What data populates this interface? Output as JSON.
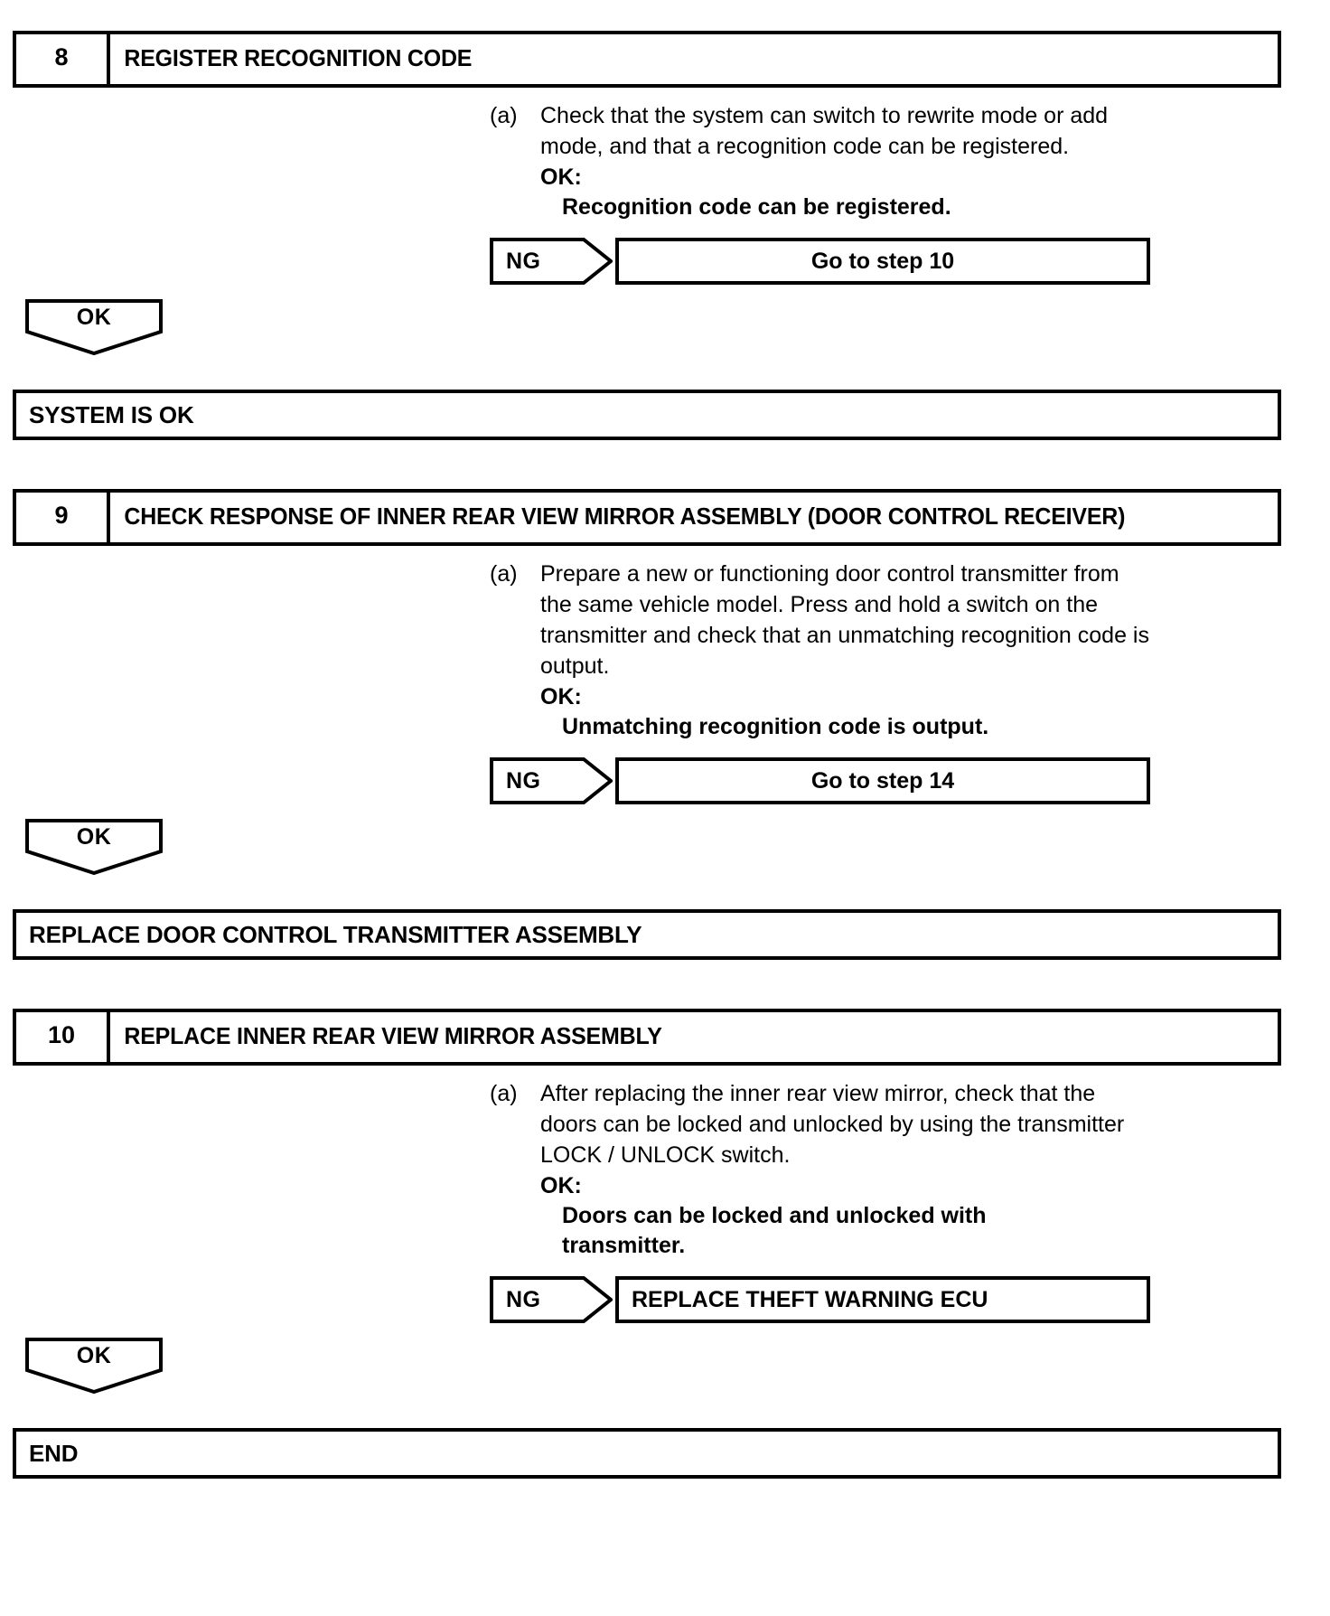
{
  "document": {
    "type": "troubleshooting-flowchart",
    "ink_color": "#000000",
    "page_background": "#ffffff"
  },
  "steps": [
    {
      "number": "8",
      "title": "REGISTER RECOGNITION CODE",
      "instruction_marker": "(a)",
      "instruction_text": "Check that the system can switch to rewrite mode or add mode, and that a recognition code can be registered.",
      "ok_label": "OK:",
      "ok_value": "Recognition code can be registered.",
      "ng_label": "NG",
      "ng_result": "Go to step 10",
      "ok_connector": "OK"
    },
    {
      "number": "9",
      "title": "CHECK RESPONSE OF INNER REAR VIEW MIRROR ASSEMBLY (DOOR CONTROL RECEIVER)",
      "instruction_marker": "(a)",
      "instruction_text": "Prepare a new or functioning door control transmitter from the same vehicle model. Press and hold a switch on the transmitter and check that an unmatching recognition code is output.",
      "ok_label": "OK:",
      "ok_value": "Unmatching recognition code is output.",
      "ng_label": "NG",
      "ng_result": "Go to step 14",
      "ok_connector": "OK"
    },
    {
      "number": "10",
      "title": "REPLACE INNER REAR VIEW MIRROR ASSEMBLY",
      "instruction_marker": "(a)",
      "instruction_text": "After replacing the inner rear view mirror, check that the doors can be locked and unlocked by using the transmitter LOCK / UNLOCK switch.",
      "ok_label": "OK:",
      "ok_value": "Doors can be locked and unlocked with transmitter.",
      "ng_label": "NG",
      "ng_result": "REPLACE THEFT WARNING ECU",
      "ok_connector": "OK"
    }
  ],
  "terminals": {
    "after_step_8": "SYSTEM IS OK",
    "after_step_9": "REPLACE DOOR CONTROL TRANSMITTER ASSEMBLY",
    "after_step_10": "END"
  }
}
